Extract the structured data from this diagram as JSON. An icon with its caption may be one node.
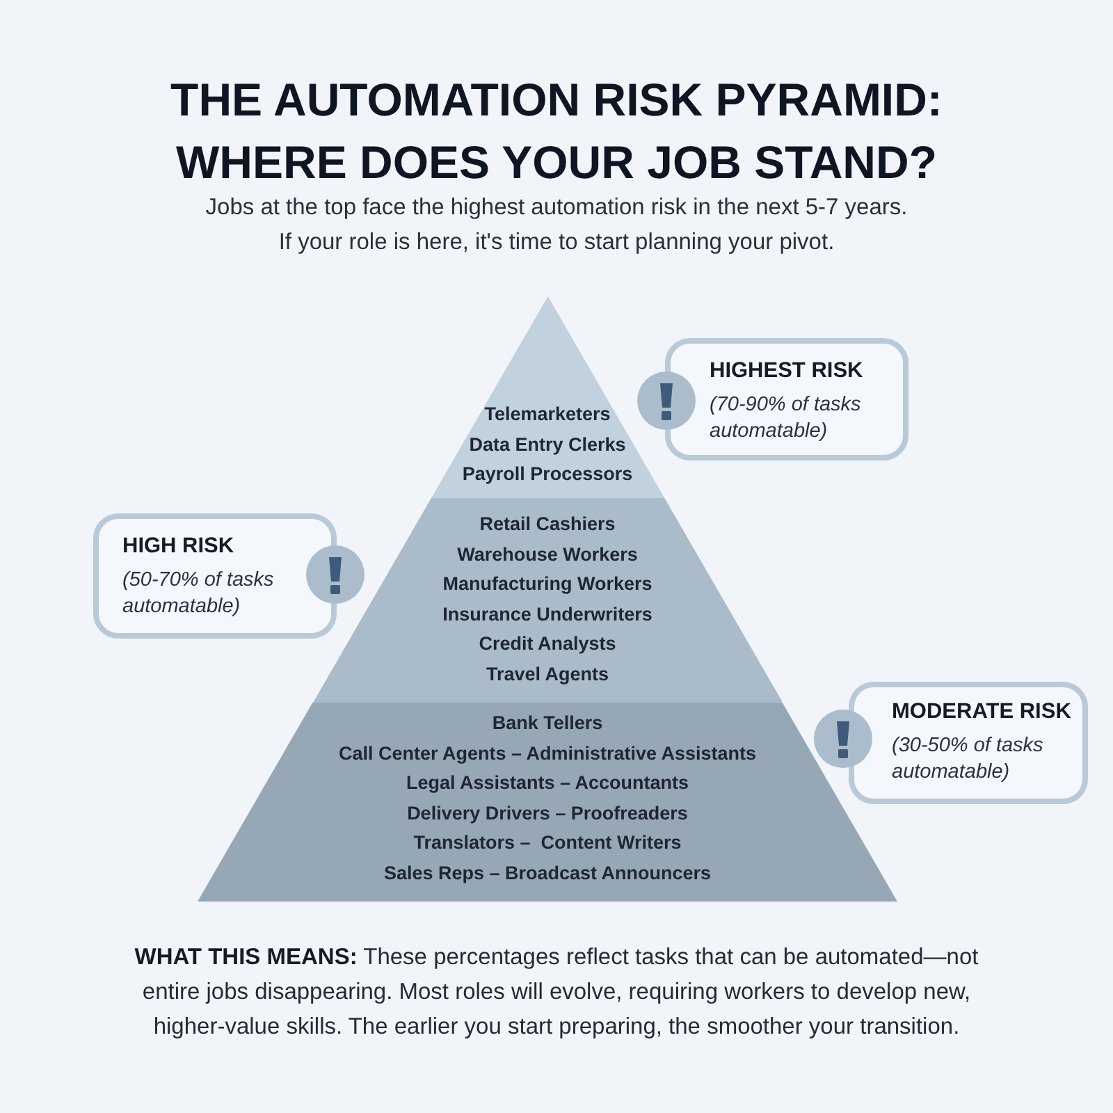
{
  "diagram": {
    "title": "THE AUTOMATION RISK PYRAMID: WHERE DOES YOUR JOB STAND?",
    "nodes": [
      {
        "text": [
          "Telemarketers",
          "Data Entry Clerks",
          "Payroll Processors"
        ]
      },
      {
        "text": [
          "Retail Cashiers",
          "Warehouse Workers",
          "Manufacturing Workers",
          "Insurance Underwriters",
          "Credit Analysts",
          "Travel Agents"
        ]
      },
      {
        "text": [
          "Bank Tellers",
          "Call Center Agents – Administrative Assistants",
          "Legal Assistants – Accountants",
          "Delivery Drivers – Proofreaders",
          "Translators –  Content Writers",
          "Sales Reps – Broadcast Announcers"
        ]
      },
      {
        "text": [
          "HIGHEST RISK",
          "(70-90% of tasks automatable)"
        ]
      },
      {
        "text": [
          "HIGH RISK",
          "(50-70% of tasks automatable)"
        ]
      },
      {
        "text": [
          "MODERATE RISK",
          "(30-50% of tasks automatable)"
        ]
      }
    ],
    "labels": [
      "Jobs at the top face the highest automation risk in the next 5-7 years. If your role is here, it's time to start planning your pivot.",
      "**WHAT THIS MEANS:** These percentages reflect tasks that can be automated—not entire jobs disappearing. Most roles will evolve, requiring workers to develop new, higher-value skills. The earlier you start preparing, the smoother your transition."
    ]
  }
}
